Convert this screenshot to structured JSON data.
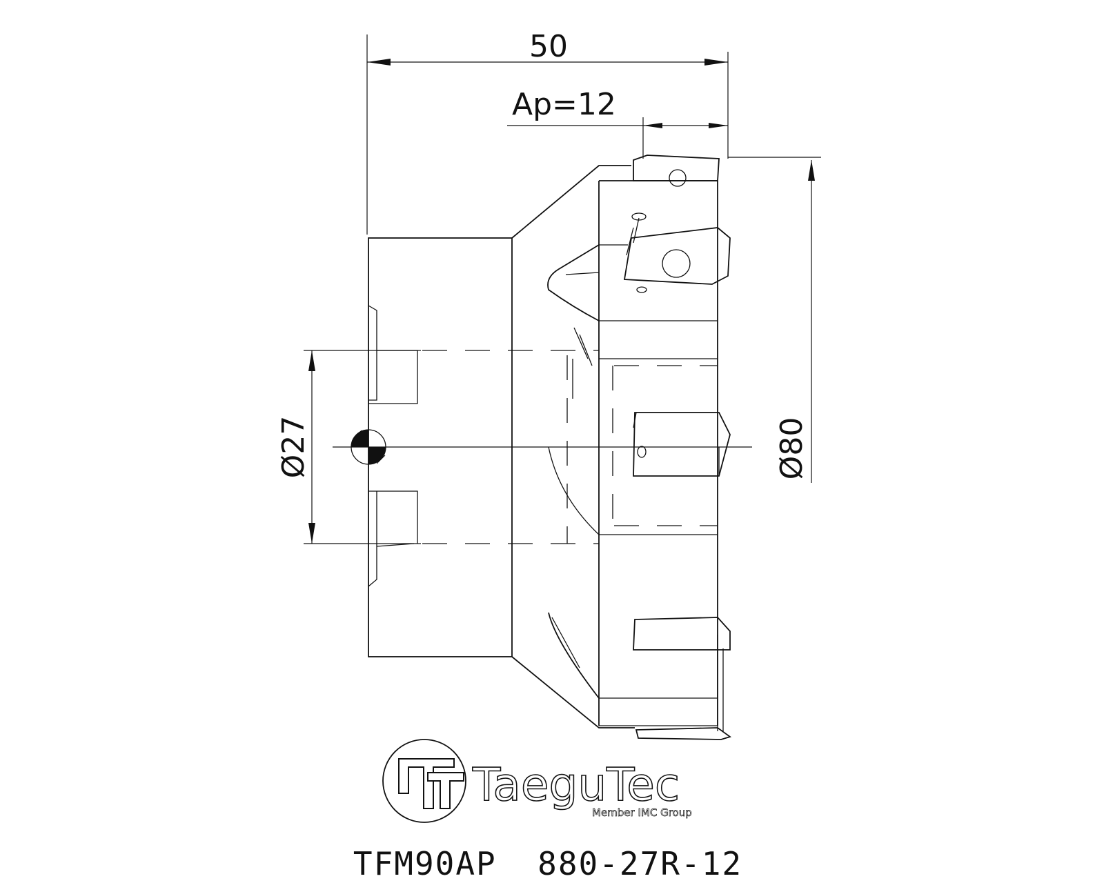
{
  "dimensions": {
    "length": "50",
    "ap": "Ap=12",
    "bore_diameter": "Ø27",
    "cutter_diameter": "Ø80"
  },
  "logo": {
    "brand": "TaeguTec",
    "tagline": "Member IMC Group"
  },
  "part_number": "TFM90AP  880-27R-12"
}
